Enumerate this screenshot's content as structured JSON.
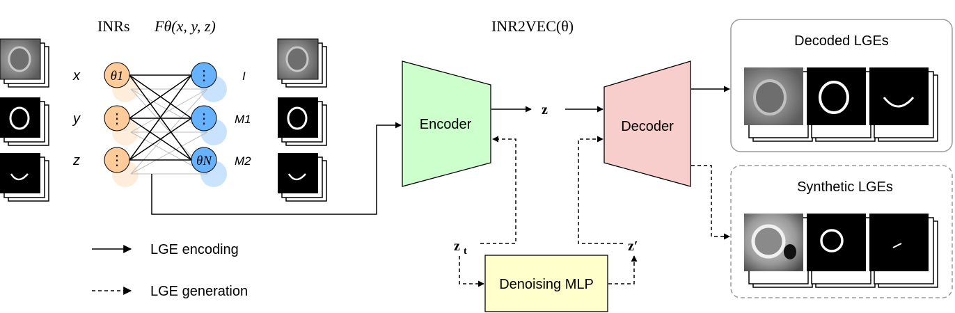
{
  "inr": {
    "title": "INRs",
    "title_func": "Fθ(x, y, z)",
    "inputs": [
      "x",
      "y",
      "z"
    ],
    "outputs": [
      "I",
      "M1",
      "M2"
    ],
    "theta_first": "θ1",
    "theta_last": "θN",
    "dots": "⋮"
  },
  "inr2vec": {
    "title": "INR2VEC(θ)"
  },
  "encoder": {
    "label": "Encoder"
  },
  "decoder": {
    "label": "Decoder"
  },
  "latent": {
    "z": "z",
    "z_t": "z",
    "t_sub": "t",
    "z_prime": "z′"
  },
  "mlp": {
    "label": "Denoising MLP"
  },
  "decoded": {
    "title": "Decoded LGEs"
  },
  "synthetic": {
    "title": "Synthetic LGEs"
  },
  "legend": {
    "encoding": "LGE encoding",
    "generation": "LGE generation"
  },
  "colors": {
    "encoder_fill": "#ccffcc",
    "decoder_fill": "#f8cecc",
    "mlp_fill": "#ffffcc",
    "node_orange": "#ffcc99",
    "node_blue": "#66b2ff"
  }
}
